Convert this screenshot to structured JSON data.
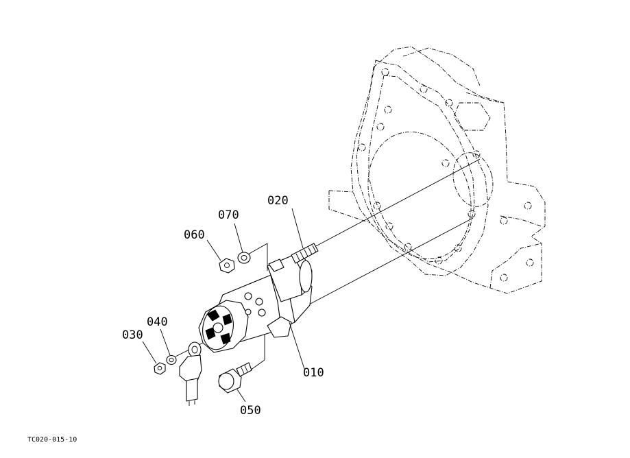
{
  "figure_ref": "TC020-015-10",
  "callouts": {
    "p010": "010",
    "p020": "020",
    "p030": "030",
    "p040": "040",
    "p050": "050",
    "p060": "060",
    "p070": "070"
  },
  "colors": {
    "ink": "#000000",
    "paper": "#ffffff"
  }
}
